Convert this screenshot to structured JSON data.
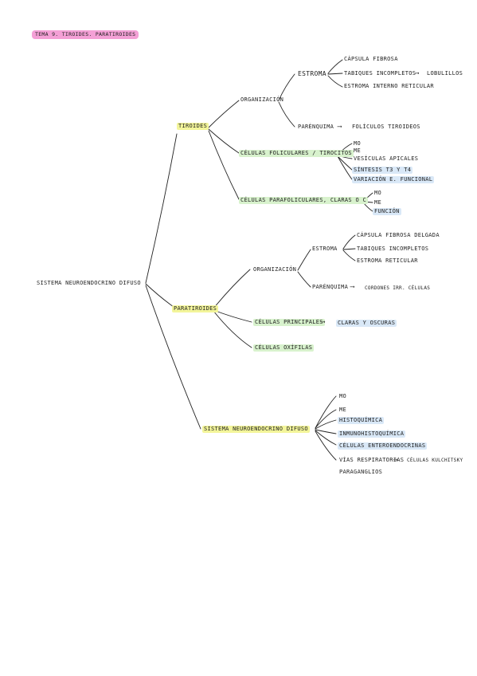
{
  "title": "TEMA 9. TIROIDES. PARATIROIDES",
  "root": "SISTEMA NEUROENDOCRINO DIFUSO",
  "tiroides": {
    "label": "TIROIDES",
    "organizacion": "ORGANIZACIÓN",
    "estroma": "ESTROMA",
    "estroma_items": [
      "CÁPSULA FIBROSA",
      "TABIQUES INCOMPLETOS",
      "ESTROMA INTERNO RETICULAR"
    ],
    "lobulillos": "LOBULILLOS",
    "parenquima": "PARÉNQUIMA",
    "foliculos": "FOLÍCULOS TIROIDEOS",
    "celulas_foliculares": "CÉLULAS FOLICULARES / TIROCITOS",
    "foliculares_items": [
      "MO",
      "ME",
      "VESÍCULAS APICALES",
      "SÍNTESIS T3 Y T4",
      "VARIACIÓN E. FUNCIONAL"
    ],
    "celulas_parafoliculares": "CÉLULAS PARAFOLICULARES, CLARAS O C",
    "parafoliculares_items": [
      "MO",
      "ME",
      "FUNCIÓN"
    ]
  },
  "paratiroides": {
    "label": "PARATIROIDES",
    "organizacion": "ORGANIZACIÓN",
    "estroma": "ESTROMA",
    "estroma_items": [
      "CÁPSULA FIBROSA DELGADA",
      "TABIQUES INCOMPLETOS",
      "ESTROMA RETICULAR"
    ],
    "parenquima": "PARÉNQUIMA",
    "parenquima_target": "CORDONES IRR. CÉLULAS",
    "celulas_principales": "CÉLULAS PRINCIPALES",
    "principales_target": "CLARAS Y OSCURAS",
    "celulas_oxifilas": "CÉLULAS OXÍFILAS"
  },
  "snd": {
    "label": "SISTEMA NEUROENDOCRINO DIFUSO",
    "items": [
      "MO",
      "ME",
      "HISTOQUÍMICA",
      "INMUNOHISTOQUÍMICA",
      "CÉLULAS ENTEROENDOCRINAS",
      "VÍAS RESPIRATORIAS",
      "PARAGANGLIOS"
    ],
    "vias_target": "CÉLULAS KULCHITSKY"
  },
  "colors": {
    "yellow": "#f3f59a",
    "green": "#d8f2cd",
    "blue": "#d9e8f7",
    "pink": "#f4a0d6",
    "ink": "#1f1f1f"
  }
}
